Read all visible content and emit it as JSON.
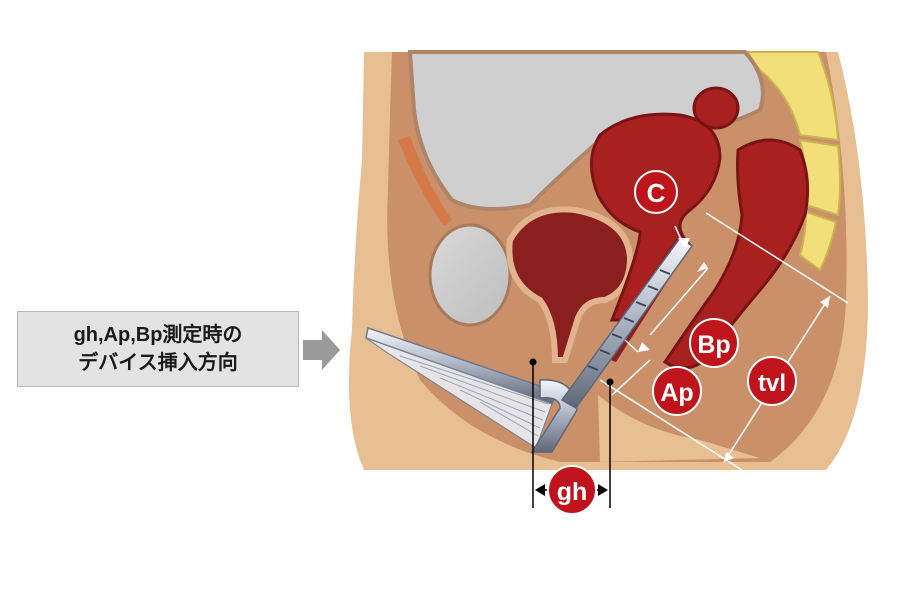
{
  "callout": {
    "line1": "gh,Ap,Bp測定時の",
    "line2": "デバイス挿入方向"
  },
  "labels": {
    "c": "C",
    "bp": "Bp",
    "ap": "Ap",
    "tvl": "tvl",
    "gh": "gh"
  },
  "colors": {
    "skin": "#e7bf93",
    "tissue": "#c9906a",
    "organ_dark": "#8a1f1f",
    "organ_red": "#a8201f",
    "bladder_gray": "#cdcdcd",
    "spine_yellow": "#f2df7a",
    "label_red": "#c0141c",
    "arrow_gray": "#9a9a9a",
    "callout_bg": "#e3e3e3"
  }
}
